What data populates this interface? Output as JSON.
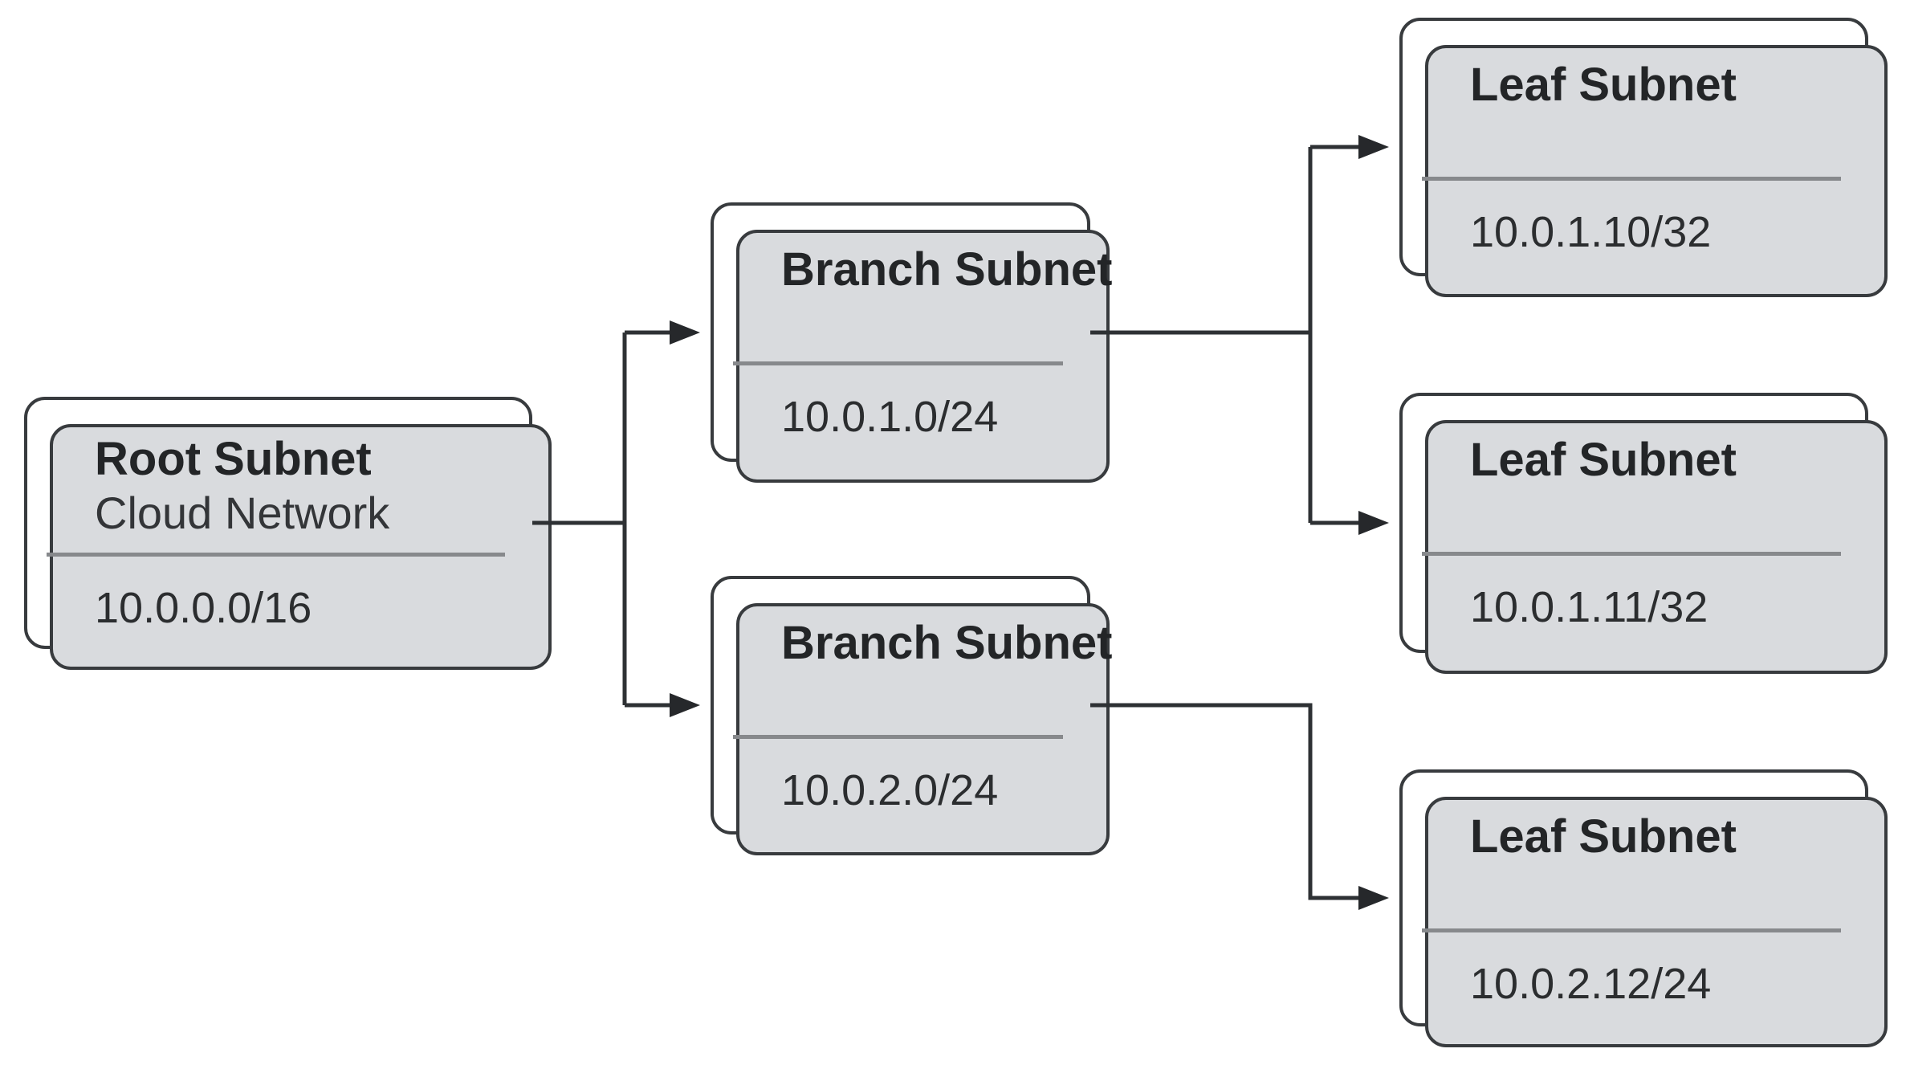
{
  "diagram": {
    "type": "subnet-hierarchy",
    "background": "#ffffff",
    "colors": {
      "card_border": "#383b3e",
      "card_fill": "#ffffff",
      "shadow_fill": "#d9dbde",
      "divider": "#87898c",
      "connector": "#2e3134",
      "arrowhead": "#26282b",
      "text": "#232527"
    },
    "nodes": [
      {
        "id": "root",
        "title": "Root Subnet",
        "subtitle": "Cloud Network",
        "cidr": "10.0.0.0/16"
      },
      {
        "id": "branch-1",
        "title": "Branch Subnet",
        "cidr": "10.0.1.0/24"
      },
      {
        "id": "branch-2",
        "title": "Branch Subnet",
        "cidr": "10.0.2.0/24"
      },
      {
        "id": "leaf-1",
        "title": "Leaf Subnet",
        "cidr": "10.0.1.10/32"
      },
      {
        "id": "leaf-2",
        "title": "Leaf Subnet",
        "cidr": "10.0.1.11/32"
      },
      {
        "id": "leaf-3",
        "title": "Leaf Subnet",
        "cidr": "10.0.2.12/24"
      }
    ],
    "edges": [
      {
        "from": "root",
        "to": "branch-1"
      },
      {
        "from": "root",
        "to": "branch-2"
      },
      {
        "from": "branch-1",
        "to": "leaf-1"
      },
      {
        "from": "branch-1",
        "to": "leaf-2"
      },
      {
        "from": "branch-2",
        "to": "leaf-3"
      }
    ]
  }
}
